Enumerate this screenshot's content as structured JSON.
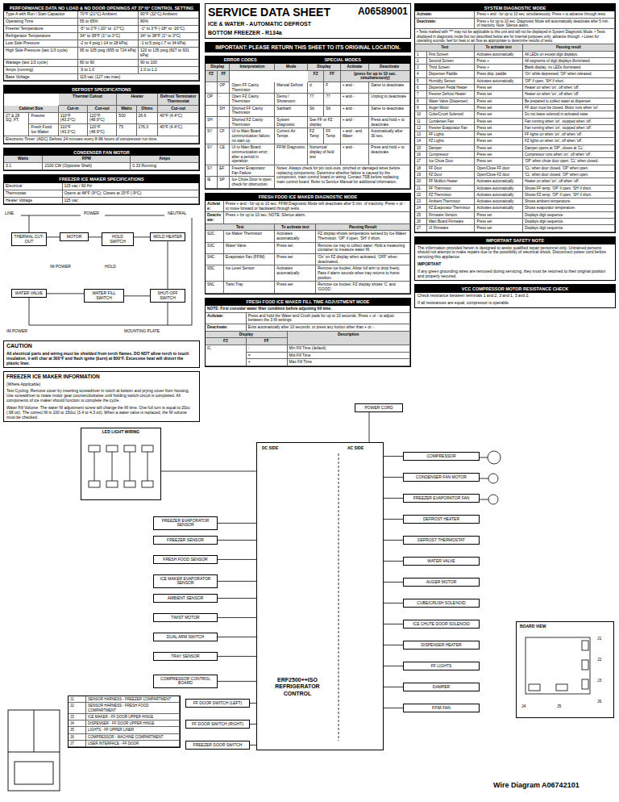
{
  "diagram": {
    "nodes": [
      {
        "text": [
          "PERFORMANCE DATA NO LOAD & NO DOOR OPENINGS AT 37°/0° CONTROL SETTING",
          "Type A with Run / Start Capacitor",
          "70°F (21°C) Ambient",
          "90°F (32°C) Ambient",
          "Operating Time",
          "55 to 65%",
          "80%",
          "Freezer Temperature",
          "-5° to 2°F (-20° to -17°C)",
          "-1° to 3°F (-18° to -16°C)",
          "Refrigerator Temperature",
          "34° to 38°F (1° to 3°C)",
          "34° to 38°F (1° to 3°C)",
          "Low Side Pressure",
          "-2 to 4 psig (-14 to 28 kPa)",
          "-1 to 5 psig (-7 to 34 kPa)",
          "High Side Pressure (last 1/3 cycle)",
          "95 to 105 psig (655 to 724 kPa)",
          "120 to 135 psig (827 to 931 kPa)",
          "Wattage (last 1/3 cycle)",
          "80 to 90",
          "90 to 100",
          "Amps (running)",
          ".9 to 1.0",
          "1.0 to 1.2",
          "Base Voltage",
          "115 vac (127 vac max)"
        ]
      },
      {
        "text": [
          "DEFROST SPECIFICATIONS",
          "Thermal Cutout",
          "Heater",
          "Defrost Terminator Thermostat",
          "Cabinet Size",
          "Cut-in",
          "Cut-out",
          "Watts",
          "Ohms",
          "Cut-out",
          "27 & 28 SQ. FT.",
          "Freezer",
          "110°F (43.3°C)",
          "120°F (48.9°C)",
          "500",
          "26.6",
          "40°F (4.4°C)",
          "Fresh Food Ice Maker",
          "110°F (43.3°C)",
          "120°F (48.9°C)",
          "75",
          "176.3",
          "40°F (4.4°C)",
          "Electronic Timer: (ADC) Defrost 24 minutes every 8-96 hours of compressor run time."
        ]
      },
      {
        "text": [
          "CONDENSER FAN MOTOR",
          "Watts",
          "RPM",
          "Amps",
          "3.1",
          "2100 CW (Opposite Shaft)",
          "0.33 Running"
        ]
      },
      {
        "text": [
          "FREEZER ICE MAKER SPECIFICATIONS",
          "Electrical",
          "115 vac / 60 Hz",
          "Thermostat",
          "Opens at 48°F (9°C); Closes at 15°F (-9°C)",
          "Heater Voltage",
          "115 vac"
        ]
      },
      {
        "text": [
          "LINE",
          "POWER",
          "NEUTRAL",
          "IM POWER",
          "HOLD",
          "MOUNTING PLATE",
          "IM POWER"
        ]
      },
      {
        "text": [
          "THERMAL CUT-OUT"
        ],
        "in": 4
      },
      {
        "text": [
          "MOTOR"
        ],
        "in": 4
      },
      {
        "text": [
          "HOLD SWITCH"
        ],
        "in": 4
      },
      {
        "text": [
          "MOLD HEATER"
        ],
        "in": 4
      },
      {
        "text": [
          "WATER VALVE"
        ],
        "in": 4
      },
      {
        "text": [
          "WATER FILL SWITCH"
        ],
        "in": 4
      },
      {
        "text": [
          "SHUT-OFF SWITCH"
        ],
        "in": 4
      },
      {
        "text": [
          "CAUTION",
          "All electrical parts and wiring must be shielded from torch flames. DO NOT allow torch to touch insulation, it will char at 300°F and flash ignite (burn) at 800°F. Excessive heat will distort the plastic liner."
        ]
      },
      {
        "text": [
          "FREEZER ICE MAKER INFORMATION",
          "(Where Applicable)",
          "Test Cycling: Remove cover by inserting screwdriver in notch at bottom and prying cover from housing. Use screwdriver to rotate motor gear counterclockwise until holding switch circuit is completed. All components of ice maker should function to complete the cycle.",
          "Water Fill Volume: The water fill adjustment screw will change the fill time. One full turn is equal to 20cc (.68 oz). The correct fill is 100 to 150cc (3.4 to 4.3 oz). When a water valve is replaced, the fill volume must be checked."
        ]
      },
      {
        "text": [
          "SERVICE DATA SHEET",
          "A06589001",
          "ICE & WATER - AUTOMATIC DEFROST",
          "BOTTOM FREEZER - R134a"
        ]
      },
      {
        "text": [
          "IMPORTANT: PLEASE RETURN THIS SHEET TO ITS ORIGINAL LOCATION."
        ]
      },
      {
        "text": [
          "ERROR CODES",
          "SPECIAL MODES",
          "Display",
          "Interpretation",
          "Mode",
          "Display",
          "Activate",
          "Deactivate",
          "FZ",
          "FF",
          "FZ",
          "FF",
          "(press for up to 10 sec. simultaneously)",
          "-",
          "OP",
          "Open FF Cavity Thermistor",
          "Manual Defrost",
          "d",
          "F",
          "+ and -",
          "Same to deactivate",
          "OP",
          "-",
          "Open FZ Cavity Thermistor",
          "Demo / Showroom",
          "77",
          "77",
          "+ and -",
          "Unplug to deactivate",
          "-",
          "SH",
          "Shorted FF Cavity Thermistor",
          "Sabbath",
          "Sb",
          "Sb",
          "+ and -",
          "Same to deactivate",
          "SH",
          "-",
          "Shorted FZ Cavity Thermistor",
          "System Diagnostic",
          "See FF or FZ display",
          "+ and -",
          "Press and hold + to deactivate",
          "SY",
          "CF",
          "UI to Main Board communication failure; no start up",
          "Current Air Temps",
          "FZ Temp",
          "FF Temp",
          "+ and - and Water",
          "Automatically after 30 sec.",
          "SY",
          "CE",
          "UI to Main Board communication error; after a period in operation",
          "FFIM Diagnostic",
          "Numerical display of field test",
          "+ and -",
          "Press and hold + to deactivate",
          "SY",
          "EF",
          "Freezer Evaporator Fan Failure",
          "Notes: Always check for pin lock-outs, pinched or damaged wires before replacing components. Determine whether failure is caused by the component, main control board or wiring. Contact TSB before replacing main control board. Refer to Service Manual for additional information.",
          "IE",
          "SP",
          "Ice Chute Door is open; check for obstruction"
        ]
      },
      {
        "text": [
          "FRESH FOOD ICE MAKER DIAGNOSTIC MODE",
          "Activate:",
          "Press + and - for up to 10 sec. FFIM Diagnostic Mode will deactivate after 5 min. of inactivity. Press + or - to move forward or backward through tests.",
          "Deactivate:",
          "Press + for up to 10 sec. NOTE: Silence alarm.",
          "Test",
          "To activate test",
          "Passing Result",
          "S2C",
          "Ice Maker Thermistor",
          "Activates automatically",
          "FZ display shows temperature sensed by Ice Maker Thermistor. 'OP' if open, 'SH' if short.",
          "S3C",
          "Water Valve",
          "Press set",
          "Remove ice tray to collect water. Hold a measuring container to measure water fill.",
          "S4C",
          "Evaporator Fan (FFIM)",
          "Press set",
          "'On' on FZ display when activated, 'OFF' when deactivated.",
          "S5C",
          "Ice Level Sensor",
          "Activates automatically",
          "Remove ice bucket. Allow full arm to drop freely. Pass if alarm sounds when tray returns to home position.",
          "S6C",
          "Twist Tray",
          "Press set",
          "Remove ice bucket. FZ display shows 'C' and 'GOOD'."
        ]
      },
      {
        "text": [
          "FRESH FOOD ICE MAKER FILL TIME ADJUSTMENT MODE",
          "NOTE: First consider water filter condition before adjusting fill time.",
          "Activate:",
          "Press and hold the Water and Crush pads for up to 10 seconds. Press + or - to adjust between the 3 fill settings.",
          "Deactivate:",
          "Exits automatically after 10 seconds, or press any button other than + or -.",
          "Display",
          "Description",
          "FZ",
          "FF",
          "IC",
          "-",
          "Min Fill Time (default)",
          "=",
          "Mid Fill Time",
          "+",
          "Max Fill Time"
        ]
      },
      {
        "text": [
          "SYSTEM DIAGNOSTIC MODE",
          "Activate:",
          "Press + and - for up to 10 sec. simultaneously. Press + to advance through tests.",
          "Deactivate:",
          "Press + for up to 10 sec. Diagnostic Mode will automatically deactivate after 5 min. of inactivity. Note: Silence alarm.",
          "• Tests marked with *** may not be applicable to this unit and will not be displayed in System Diagnostic Mode. • Tests displayed in diagnostic mode but not described below are for internal purposes only; advance through. • Listen for operating sounds; feel for heat or air flow as appropriate to determine results of tests.",
          "Test",
          "To activate test",
          "Passing result",
          "1",
          "First Screen",
          "Activates automatically",
          "All LEDs on except digit displays.",
          "2",
          "Second Screen",
          "Press +",
          "All segments of digit displays illuminated.",
          "3",
          "Third Screen",
          "Press +",
          "Blank display; no LEDs illuminated.",
          "4",
          "Dispenser Paddle",
          "Press disp. paddle",
          "'On' while depressed; 'OF' when released.",
          "5",
          "Humidity Sensor",
          "Activates automatically",
          "'OP' if open, 'SH' if short.",
          "6",
          "Dispenser Pedal Heater",
          "Press set",
          "Heater on when 'on', off when 'off'.",
          "7",
          "Freezer Defrost Heater",
          "Press set",
          "Heater on when 'on', off when 'off'.",
          "8",
          "Water Valve (Dispenser)",
          "Press set",
          "Be prepared to collect water at dispenser.",
          "9",
          "Auger Motor",
          "Press set",
          "FF door must be closed. Motor runs when 'on'.",
          "10",
          "Cube/Crush Solenoid",
          "Press set",
          "Do not leave solenoid in activated state.",
          "11",
          "Condenser Fan",
          "Press set",
          "Fan running when 'on', stopped when 'off'.",
          "12",
          "Freezer Evaporator Fan",
          "Press set",
          "Fan running when 'on', stopped when 'off'.",
          "13",
          "FF Lights",
          "Press set",
          "FF lights on when 'on', off when 'off'.",
          "14",
          "FZ Lights",
          "Press set",
          "FZ lights on when 'on', off when 'off'.",
          "15",
          "Damper",
          "Press set",
          "Damper opens at 'OP', closes at 'CL'.",
          "16",
          "Compressor",
          "Press set",
          "Compressor runs when 'on', off when 'off'.",
          "17",
          "Ice Chute Door",
          "Press set",
          "'OP' when chute door open; 'CL' when closed.",
          "18",
          "FF Door",
          "Open/Close FF door",
          "'CL' when door closed, 'OP' when open.",
          "19",
          "FZ Door",
          "Open/Close FZ door",
          "'CL' when door closed, 'OP' when open.",
          "20",
          "FF Mullion Heater",
          "Activates automatically",
          "Heater on when 'on', off when 'off'.",
          "21",
          "FF Thermistor",
          "Activates automatically",
          "Shows FF temp. 'OP' if open, 'SH' if short.",
          "22",
          "FZ Thermistor",
          "Activates automatically",
          "Shows FZ temp. 'OP' if open, 'SH' if short.",
          "23",
          "Ambient Thermistor",
          "Activates automatically",
          "Shows ambient temperature.",
          "24",
          "FZ Evaporator Thermistor",
          "Activates automatically",
          "Shows evaporator temperature.",
          "25",
          "Firmware Version",
          "Press set",
          "Displays digit sequence.",
          "26",
          "Main Board Firmware",
          "Press set",
          "Displays digit sequence.",
          "27",
          "UI Firmware",
          "Press set",
          "Displays digit sequence."
        ]
      },
      {
        "text": [
          "IMPORTANT SAFETY NOTE",
          "The information provided herein is designed to assist qualified repair personnel only. Untrained persons should not attempt to make repairs due to the possibility of electrical shock. Disconnect power cord before servicing this appliance.",
          "IMPORTANT",
          "If any green grounding wires are removed during servicing, they must be returned to their original position and properly secured."
        ]
      },
      {
        "text": [
          "VCC COMPRESSOR MOTOR RESISTANCE CHECK",
          "Check resistance between terminals 1 and 2, 3 and 1, 3 and 2.",
          "If all resistances are equal, compressor is operable."
        ]
      },
      {
        "text": [
          "POWER CORD"
        ]
      },
      {
        "text": [
          "DC SIDE",
          "AC SIDE",
          "ERF2500++ISO REFRIGERATOR CONTROL"
        ]
      },
      {
        "text": [
          "LED LIGHT WIRING"
        ]
      },
      {
        "text": [
          "FREEZER EVAPORATOR SENSOR"
        ]
      },
      {
        "text": [
          "FREEZER SENSOR"
        ]
      },
      {
        "text": [
          "FRESH FOOD SENSOR"
        ]
      },
      {
        "text": [
          "ICE MAKER EVAPORATOR SENSOR"
        ]
      },
      {
        "text": [
          "AMBIENT SENSOR"
        ]
      },
      {
        "text": [
          "TWIST MOTOR"
        ]
      },
      {
        "text": [
          "DUAL ARM SWITCH"
        ]
      },
      {
        "text": [
          "TRAY SENSOR"
        ]
      },
      {
        "text": [
          "COMPRESSOR CONTROL BOARD"
        ]
      },
      {
        "text": [
          "FF DOOR SWITCH (LEFT)"
        ]
      },
      {
        "text": [
          "FF DOOR SWITCH (RIGHT)"
        ]
      },
      {
        "text": [
          "FREEZER DOOR SWITCH"
        ]
      },
      {
        "text": [
          "J1",
          "SENSOR HARNESS - FREEZER COMPARTMENT",
          "J2",
          "SENSOR HARNESS - FRESH FOOD COMPARTMENT",
          "J3",
          "ICE MAKER - FF DOOR UPPER HINGE",
          "J4",
          "DISPENSER - FF DOOR UPPER HINGE",
          "J5",
          "LIGHTS - FF UPPER LINER",
          "J6",
          "COMPRESSOR - MACHINE COMPARTMENT",
          "J7",
          "USER INTERFACE - FF DOOR"
        ]
      },
      {
        "text": [
          "COMPRESSOR"
        ]
      },
      {
        "text": [
          "CONDENSER FAN MOTOR"
        ]
      },
      {
        "text": [
          "FREEZER EVAPORATOR FAN"
        ]
      },
      {
        "text": [
          "DEFROST HEATER"
        ]
      },
      {
        "text": [
          "DEFROST THERMOSTAT"
        ]
      },
      {
        "text": [
          "WATER VALVE"
        ]
      },
      {
        "text": [
          "AUGER MOTOR"
        ]
      },
      {
        "text": [
          "CUBE/CRUSH SOLENOID"
        ]
      },
      {
        "text": [
          "ICE CHUTE DOOR SOLENOID"
        ]
      },
      {
        "text": [
          "DISPENSER HEATER"
        ]
      },
      {
        "text": [
          "FF LIGHTS"
        ]
      },
      {
        "text": [
          "DAMPER"
        ]
      },
      {
        "text": [
          "FFIM FAN"
        ]
      },
      {
        "text": [
          "BOARD VIEW",
          "J1",
          "J2",
          "J3",
          "J4",
          "J5",
          "J6"
        ]
      }
    ],
    "edges": [
      {
        "from": 5,
        "to": 6,
        "arrow": "none"
      },
      {
        "from": 6,
        "to": 7,
        "arrow": "none"
      },
      {
        "from": 7,
        "to": 8,
        "arrow": "none"
      },
      {
        "from": 8,
        "to": 11,
        "arrow": "none"
      },
      {
        "from": 9,
        "to": 10,
        "arrow": "none"
      },
      {
        "from": 10,
        "to": 11,
        "arrow": "none"
      },
      {
        "from": 22,
        "to": 23,
        "arrow": "none"
      },
      {
        "from": 24,
        "to": 23,
        "arrow": "none"
      },
      {
        "from": 25,
        "to": 23,
        "arrow": "none"
      },
      {
        "from": 26,
        "to": 23,
        "arrow": "none"
      },
      {
        "from": 27,
        "to": 23,
        "arrow": "none"
      },
      {
        "from": 28,
        "to": 23,
        "arrow": "none"
      },
      {
        "from": 29,
        "to": 23,
        "arrow": "none"
      },
      {
        "from": 30,
        "to": 23,
        "arrow": "none"
      },
      {
        "from": 31,
        "to": 23,
        "arrow": "none"
      },
      {
        "from": 32,
        "to": 23,
        "arrow": "none"
      },
      {
        "from": 33,
        "to": 23,
        "arrow": "none"
      },
      {
        "from": 34,
        "to": 23,
        "arrow": "none"
      },
      {
        "from": 35,
        "to": 23,
        "arrow": "none"
      },
      {
        "from": 36,
        "to": 23,
        "arrow": "none"
      },
      {
        "from": 23,
        "to": 38,
        "arrow": "none"
      },
      {
        "from": 23,
        "to": 39,
        "arrow": "none"
      },
      {
        "from": 23,
        "to": 40,
        "arrow": "none"
      },
      {
        "from": 23,
        "to": 41,
        "arrow": "none"
      },
      {
        "from": 23,
        "to": 42,
        "arrow": "none"
      },
      {
        "from": 23,
        "to": 43,
        "arrow": "none"
      },
      {
        "from": 23,
        "to": 44,
        "arrow": "none"
      },
      {
        "from": 23,
        "to": 45,
        "arrow": "none"
      },
      {
        "from": 23,
        "to": 46,
        "arrow": "none"
      },
      {
        "from": 23,
        "to": 47,
        "arrow": "none"
      },
      {
        "from": 23,
        "to": 48,
        "arrow": "none"
      },
      {
        "from": 23,
        "to": 49,
        "arrow": "none"
      },
      {
        "from": 23,
        "to": 50,
        "arrow": "none"
      }
    ],
    "labels": [
      "Wire Diagram A06742101"
    ]
  }
}
